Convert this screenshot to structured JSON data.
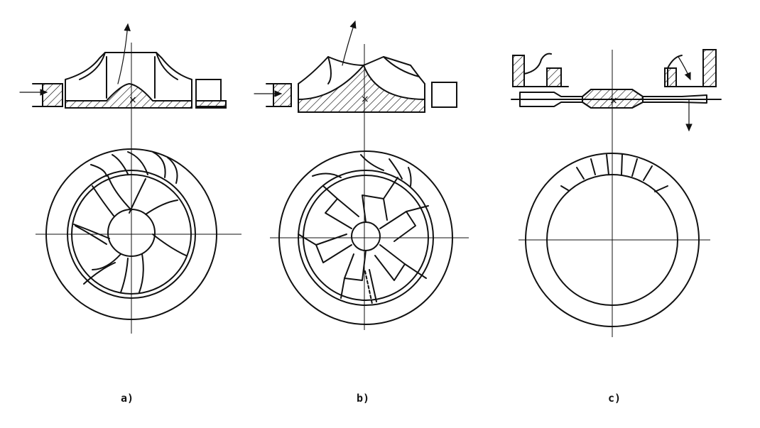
{
  "figure": {
    "panels": [
      {
        "id": "a",
        "caption": "a)",
        "variant": "closed-impeller-curved-vanes"
      },
      {
        "id": "b",
        "caption": "b)",
        "variant": "semi-open-impeller-radial-vanes"
      },
      {
        "id": "c",
        "caption": "c)",
        "variant": "disc-vortex-impeller"
      }
    ],
    "colors": {
      "ink": "#111111",
      "background": "#ffffff"
    },
    "icons": [
      "flow-arrow-icon",
      "axis-marker-icon"
    ]
  }
}
